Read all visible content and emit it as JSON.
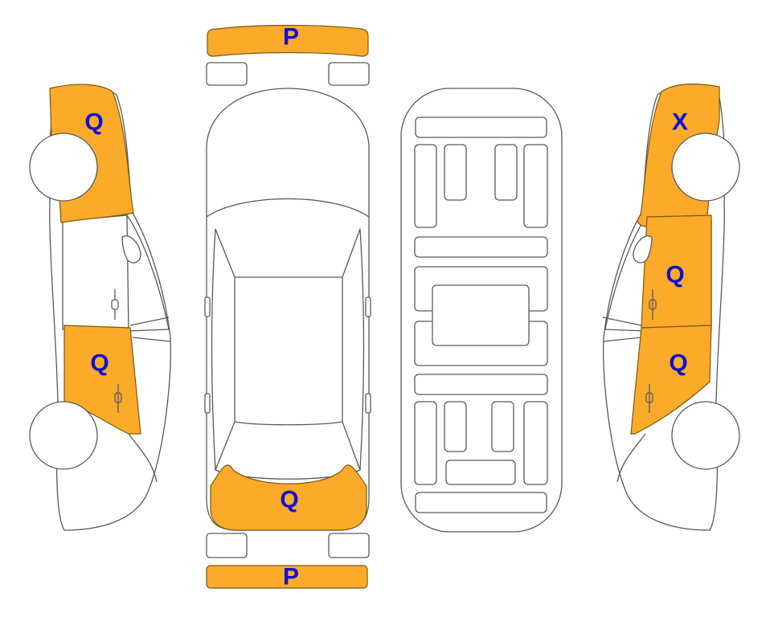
{
  "colors": {
    "damage_fill": "#FBAA29",
    "mark_text": "#1010D0",
    "outline": "#5A5A5A"
  },
  "panels": {
    "front_bumper": {
      "code": "P"
    },
    "rear_bumper": {
      "code": "P"
    },
    "left_front_fender": {
      "code": "Q"
    },
    "left_rear_door": {
      "code": "Q"
    },
    "top_trunk_lid": {
      "code": "Q"
    },
    "right_front_fender": {
      "code": "X"
    },
    "right_front_door": {
      "code": "Q"
    },
    "right_rear_door": {
      "code": "Q"
    }
  }
}
